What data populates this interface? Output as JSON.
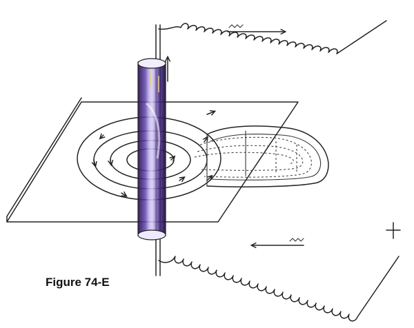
{
  "figure": {
    "caption": "Figure 74-E",
    "colors": {
      "ink": "#222222",
      "tube_purple": "#4a2f8a",
      "tube_highlight": "#b9a6e8",
      "background": "#ffffff"
    },
    "elements": [
      "horizontal-plane",
      "vertical-wire",
      "glass-tube",
      "concentric-field-lines",
      "field-loop-coil",
      "top-coiled-wire",
      "bottom-coiled-wire",
      "crosshair-mark"
    ]
  }
}
